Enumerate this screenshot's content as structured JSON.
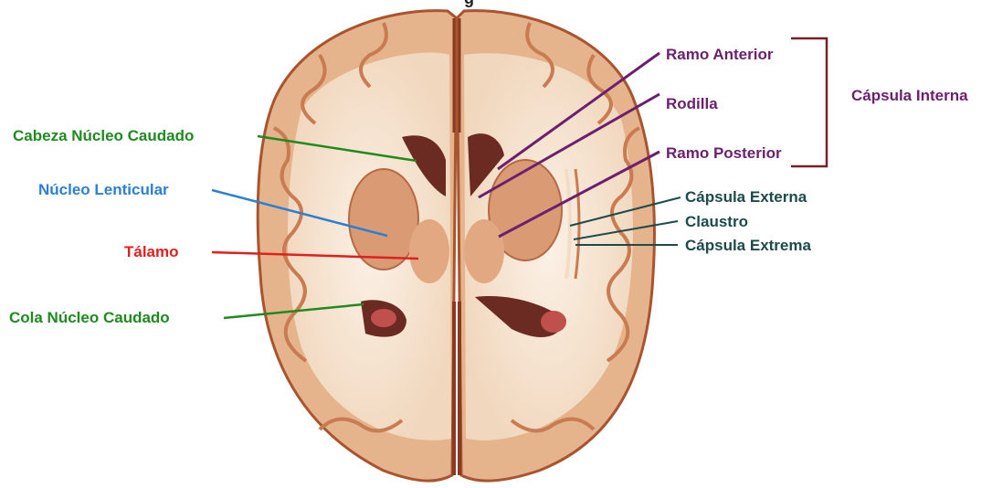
{
  "header": {
    "title_fragment": "g"
  },
  "labels": {
    "cabeza_nucleo_caudado": "Cabeza Núcleo Caudado",
    "nucleo_lenticular": "Núcleo Lenticular",
    "talamo": "Tálamo",
    "cola_nucleo_caudado": "Cola Núcleo Caudado",
    "ramo_anterior": "Ramo Anterior",
    "rodilla": "Rodilla",
    "ramo_posterior": "Ramo Posterior",
    "capsula_interna": "Cápsula Interna",
    "capsula_externa": "Cápsula Externa",
    "claustro": "Claustro",
    "capsula_extrema": "Cápsula Extrema"
  },
  "colors": {
    "green": "#1f8a1f",
    "blue": "#2b7fd4",
    "red": "#e0201c",
    "purple": "#6b1f6e",
    "teal": "#1d4a4a",
    "bracket": "#7a1f2a",
    "brain_surface": "#e9c09b",
    "brain_outline": "#a8552f",
    "white_matter": "#f6e6d6",
    "ventricle": "#6b2a22"
  }
}
